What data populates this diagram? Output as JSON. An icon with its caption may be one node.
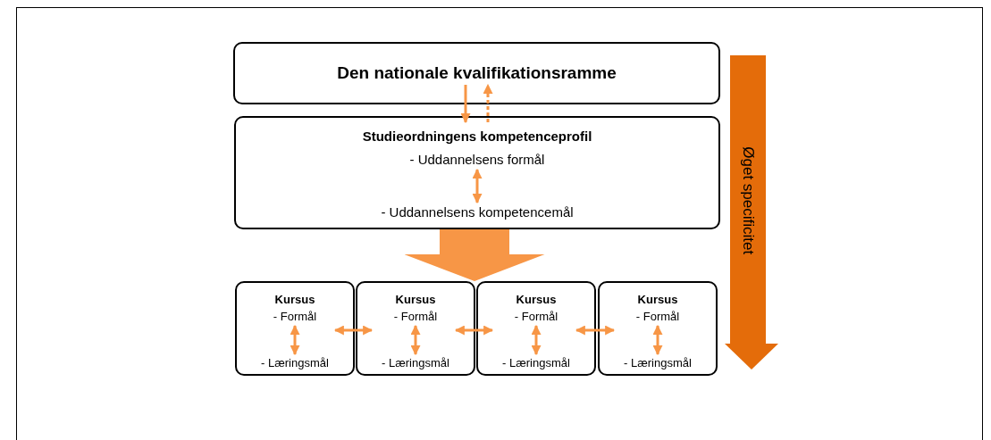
{
  "diagram": {
    "nodes": [
      {
        "text": [
          "Den nationale kvalifikationsramme"
        ]
      },
      {
        "text": [
          "Studieordningens kompetenceprofil"
        ]
      },
      {
        "text": [
          "- Uddannelsens formål"
        ],
        "in": 1
      },
      {
        "text": [
          "- Uddannelsens kompetencemål"
        ],
        "in": 1
      },
      {
        "text": [
          "Kursus"
        ]
      },
      {
        "text": [
          "- Formål"
        ],
        "in": 4
      },
      {
        "text": [
          "- Læringsmål"
        ],
        "in": 4
      },
      {
        "text": [
          "Kursus"
        ]
      },
      {
        "text": [
          "- Formål"
        ],
        "in": 7
      },
      {
        "text": [
          "- Læringsmål"
        ],
        "in": 7
      },
      {
        "text": [
          "Kursus"
        ]
      },
      {
        "text": [
          "- Formål"
        ],
        "in": 10
      },
      {
        "text": [
          "- Læringsmål"
        ],
        "in": 10
      },
      {
        "text": [
          "Kursus"
        ]
      },
      {
        "text": [
          "- Formål"
        ],
        "in": 13
      },
      {
        "text": [
          "- Læringsmål"
        ],
        "in": 13
      }
    ],
    "edges": [
      {
        "from": 0,
        "to": 1,
        "arrow": "to"
      },
      {
        "from": 1,
        "to": 0,
        "arrow": "to",
        "style": "dashed"
      },
      {
        "from": 2,
        "to": 3,
        "arrow": "both"
      },
      {
        "from": 1,
        "to": 7,
        "arrow": "to",
        "style": "thick"
      },
      {
        "from": 5,
        "to": 6,
        "arrow": "both"
      },
      {
        "from": 4,
        "to": 7,
        "arrow": "both"
      },
      {
        "from": 8,
        "to": 9,
        "arrow": "both"
      },
      {
        "from": 7,
        "to": 10,
        "arrow": "both"
      },
      {
        "from": 11,
        "to": 12,
        "arrow": "both"
      },
      {
        "from": 10,
        "to": 13,
        "arrow": "both"
      },
      {
        "from": 14,
        "to": 15,
        "arrow": "both"
      }
    ],
    "labels": [
      "Øget specificitet"
    ]
  }
}
